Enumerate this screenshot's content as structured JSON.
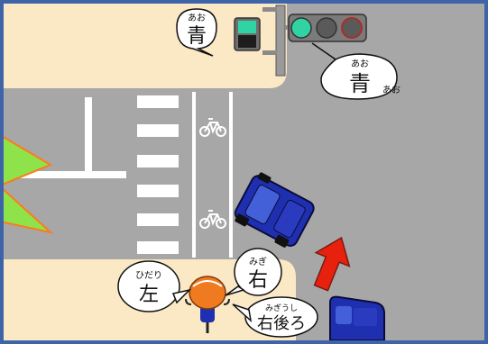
{
  "labels": {
    "signal_ped_ruby": "あお",
    "signal_ped_main": "青",
    "signal_car_ruby": "あお",
    "signal_car_main": "青",
    "signal_car_suffix": "あお",
    "left_ruby": "ひだり",
    "left_main": "左",
    "right_ruby": "みぎ",
    "right_main": "右",
    "right_rear_ruby": "みぎうし",
    "right_rear_main": "右後ろ"
  },
  "icons": {
    "bicycle_top": "bicycle-icon",
    "bicycle_bottom": "bicycle-icon"
  },
  "colors": {
    "road": "#a7a7a7",
    "sidewalk": "#fbe9c6",
    "frame": "#3d63a8",
    "signal_green": "#2fd3a4",
    "car_blue": "#1e2fb0",
    "arrow_red": "#e8210f",
    "warning_green": "#8fe34a",
    "helmet_orange": "#f07a1f"
  }
}
